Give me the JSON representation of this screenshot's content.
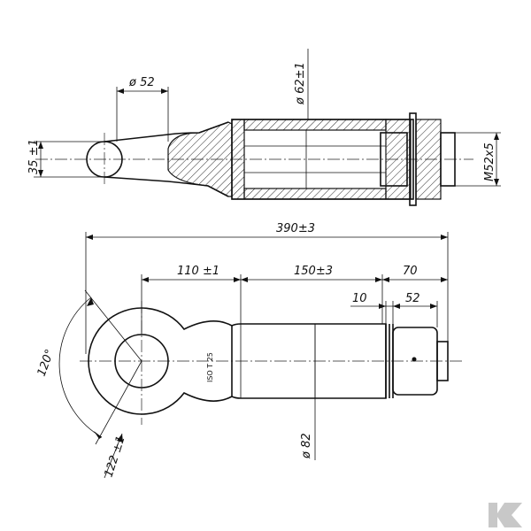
{
  "dimensions": {
    "d52": "ø 52",
    "d62": "ø 62±1",
    "h35": "35 ±1",
    "m52": "M52x5",
    "l390": "390±3",
    "l110": "110 ±1",
    "l150": "150±3",
    "l70": "70",
    "l10": "10",
    "l52": "52",
    "d82": "ø 82",
    "a120": "120°",
    "r122": "122 ±1"
  },
  "standard_label": "ISO T 25",
  "colors": {
    "line": "#111111",
    "logo": "#c8c8c8"
  },
  "logo_icon": "kramp-logo-icon"
}
